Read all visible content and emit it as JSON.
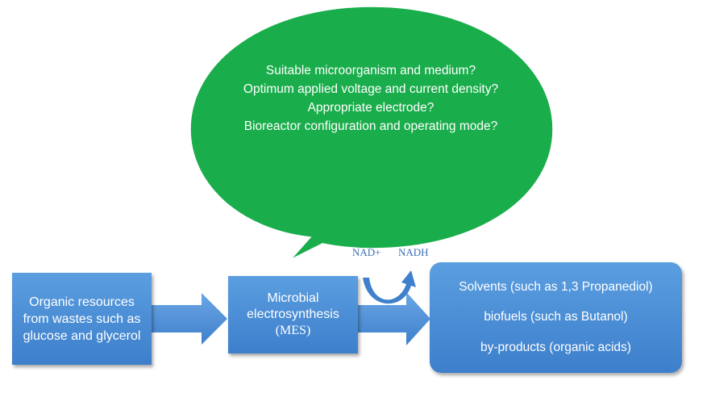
{
  "bubble": {
    "questions": [
      "Suitable microorganism and medium?",
      "Optimum applied voltage and current density?",
      "Appropriate electrode?",
      "Bioreactor configuration and operating mode?"
    ],
    "color": "#1aad4b"
  },
  "input_box": {
    "text": "Organic resources from wastes such as glucose and glycerol"
  },
  "mes_box": {
    "line1": "Microbial",
    "line2": "electrosynthesis",
    "line3": "(MES)"
  },
  "output_box": {
    "items": [
      "Solvents (such as 1,3 Propanediol)",
      "biofuels (such as Butanol)",
      "by-products (organic acids)"
    ]
  },
  "cofactor": {
    "left": "NAD+",
    "right": "NADH"
  },
  "colors": {
    "box_blue": "#4a8fd8",
    "arrow_blue": "#4f92d9",
    "text_blue": "#3d6fb5"
  }
}
